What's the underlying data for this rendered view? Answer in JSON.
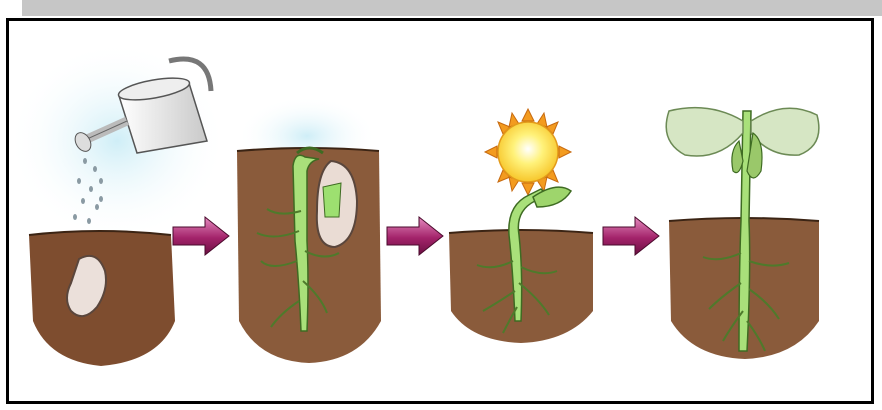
{
  "diagram": {
    "stages": [
      {
        "name": "seed-watering",
        "icons": [
          "watering-can-icon",
          "water-drops-icon",
          "bean-seed-icon"
        ]
      },
      {
        "name": "germination",
        "icons": [
          "sprout-icon",
          "seed-coat-icon",
          "roots-icon"
        ]
      },
      {
        "name": "emergence",
        "icons": [
          "sun-icon",
          "seedling-icon",
          "roots-icon"
        ]
      },
      {
        "name": "young-plant",
        "icons": [
          "leaves-icon",
          "stem-icon",
          "roots-icon"
        ]
      }
    ],
    "arrows": 3
  },
  "colors": {
    "soil": "#8b5a3a",
    "soil_dark": "#6e4328",
    "stem": "#a9e07a",
    "stem_outline": "#3e6b22",
    "seed": "#e9ddd6",
    "arrow": "#a3236a",
    "sun": "#fde052",
    "sun_rays": "#f39b1f",
    "sky_glow": "#d8f0f7",
    "frame": "#000000",
    "top_bar": "#c6c6c6"
  }
}
